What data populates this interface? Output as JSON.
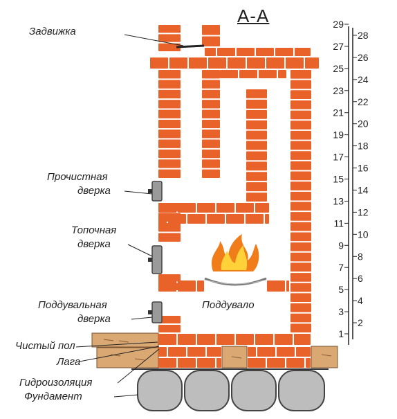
{
  "title": "А-А",
  "labels": {
    "damper": "Задвижка",
    "clean_door": [
      "Прочистная",
      "дверка"
    ],
    "fire_door": [
      "Топочная",
      "дверка"
    ],
    "ash_door": [
      "Поддувальная",
      "дверка"
    ],
    "ash_pit": "Поддувало",
    "clean_floor": "Чистый пол",
    "joist": "Лага",
    "waterproofing": "Гидроизоляция",
    "foundation": "Фундамент"
  },
  "scale_odd": [
    "29",
    "27",
    "25",
    "23",
    "21",
    "19",
    "17",
    "15",
    "13",
    "11",
    "9",
    "7",
    "5",
    "3",
    "1"
  ],
  "scale_even": [
    "28",
    "26",
    "24",
    "22",
    "20",
    "18",
    "16",
    "14",
    "12",
    "10",
    "8",
    "6",
    "4",
    "2"
  ],
  "colors": {
    "brick": "#e8622a",
    "mortar": "#ffffff",
    "wood": "#d9a873",
    "stone": "#bdbdbd",
    "flame_outer": "#f07d1a",
    "flame_inner": "#ffd23a",
    "door": "#9a9a9a"
  }
}
